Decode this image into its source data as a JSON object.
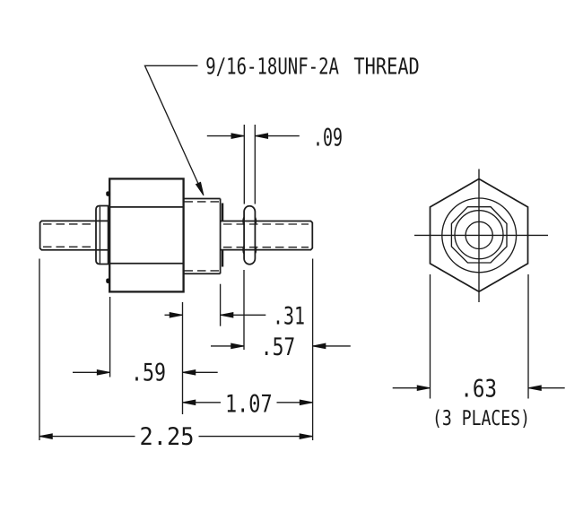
{
  "drawing": {
    "title_callout": {
      "spec": "9/16-18UNF-2A",
      "word": "THREAD"
    },
    "dimensions": {
      "washer_width": ".09",
      "thread_length": ".31",
      "washer_to_end": ".57",
      "hex_length": ".59",
      "thread_to_end": "1.07",
      "overall_length": "2.25",
      "hex_across_flats": ".63"
    },
    "note": "(3 PLACES)",
    "colors": {
      "line": "#1c1c1c",
      "background": "#ffffff"
    }
  }
}
